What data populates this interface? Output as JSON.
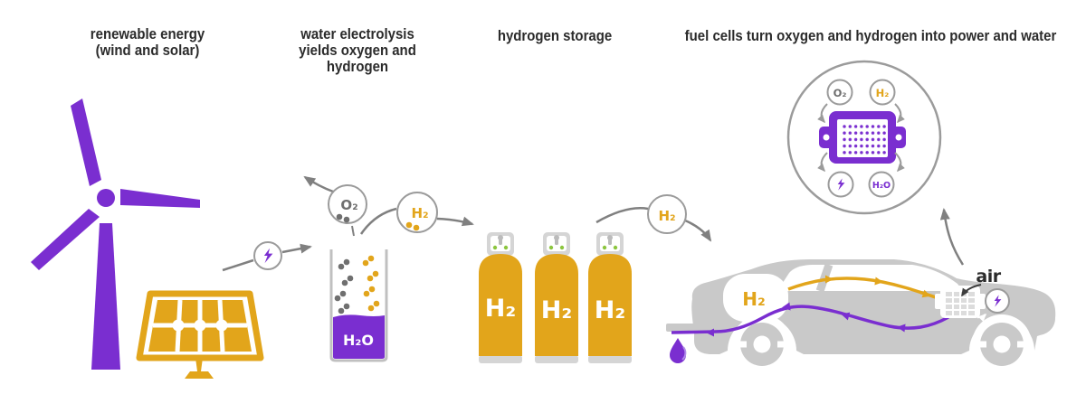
{
  "steps": [
    {
      "label": "renewable energy\n(wind and solar)"
    },
    {
      "label": "water electrolysis\nyields oxygen and\nhydrogen"
    },
    {
      "label": "hydrogen storage"
    },
    {
      "label": "fuel cells turn oxygen and hydrogen into power and water"
    }
  ],
  "labels": {
    "oxygen": "O₂",
    "hydrogen": "H₂",
    "water": "H₂O",
    "air": "air"
  },
  "icons": {
    "electricity": "lightning-bolt-icon",
    "water_output": "droplet-icon",
    "fuel_cell": "fuel-cell-membrane-icon"
  },
  "colors": {
    "purple": "#7A2ED0",
    "gold": "#E2A51B",
    "car_gray": "#C9C9C9",
    "light_gray": "#D5D5D5",
    "arrow_gray": "#808080",
    "ring_gray": "#9B9B9B",
    "molecule_gray": "#6F6F6F",
    "valve_green": "#8CC63F",
    "text_dark": "#2B2B2B"
  }
}
